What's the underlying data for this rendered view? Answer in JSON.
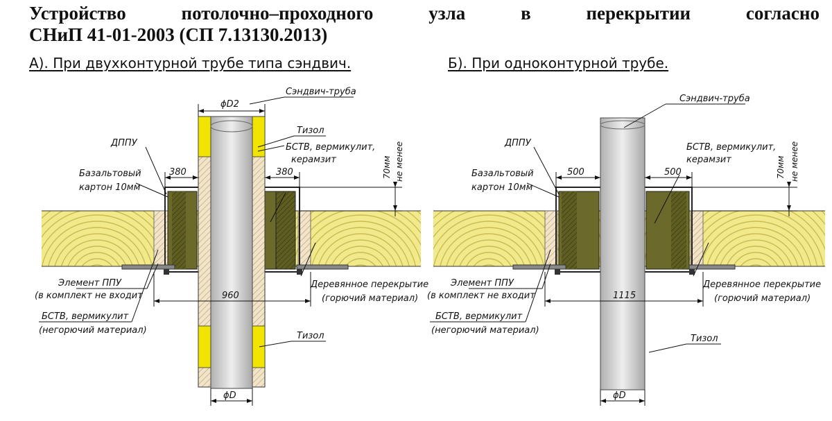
{
  "title": {
    "line1_words": [
      "Устройство",
      "потолочно–проходного",
      "узла",
      "в",
      "перекрытии",
      "согласно"
    ],
    "line2": "СНиП 41-01-2003 (СП 7.13130.2013)"
  },
  "subtitle_a": "А). При двухконтурной трубе типа сэндвич.",
  "subtitle_b": "Б).  При одноконтурной трубе.",
  "diagram_a": {
    "top_dim": "ϕD2",
    "bottom_dim": "ϕD",
    "sandwich_pipe": "Сэндвич-труба",
    "tizol_top": "Тизол",
    "bstv": "БСТВ, вермикулит,",
    "keramzit": "керамзит",
    "dppu": "ДППУ",
    "basalt1": "Базальтовый",
    "basalt2": "картон 10мм",
    "dim_left": "380",
    "dim_right": "380",
    "dim_total": "960",
    "dim_vertical1": "70мм",
    "dim_vertical2": "не менее",
    "ppu1": "Элемент ППУ",
    "ppu2": "(в комплект не входит",
    "bstv_bottom1": "БСТВ, вермикулит",
    "bstv_bottom2": "(негорючий материал)",
    "wood1": "Деревянное перекрытие",
    "wood2": "(горючий материал)",
    "tizol_bottom": "Тизол"
  },
  "diagram_b": {
    "bottom_dim": "ϕD",
    "sandwich_pipe": "Сэндвич-труба",
    "bstv": "БСТВ, вермикулит,",
    "keramzit": "керамзит",
    "dppu": "ДППУ",
    "basalt1": "Базальтовый",
    "basalt2": "картон 10мм",
    "dim_left": "500",
    "dim_right": "500",
    "dim_total": "1115",
    "dim_vertical1": "70мм",
    "dim_vertical2": "не менее",
    "ppu1": "Элемент ППУ",
    "ppu2": "(в комплект не входит",
    "bstv_bottom1": "БСТВ, вермикулит",
    "bstv_bottom2": "(негорючий материал)",
    "wood1": "Деревянное перекрытие",
    "wood2": "(горючий материал)",
    "tizol_bottom": "Тизол"
  },
  "colors": {
    "wood": "#f2e98a",
    "wood_grain": "#c9bc55",
    "tizol": "#f0e400",
    "basalt": "#6b6a2a",
    "vermiculite": "#e8dcc0",
    "pipe": "#d6d6d6",
    "hatch": "#e2c8a0"
  }
}
